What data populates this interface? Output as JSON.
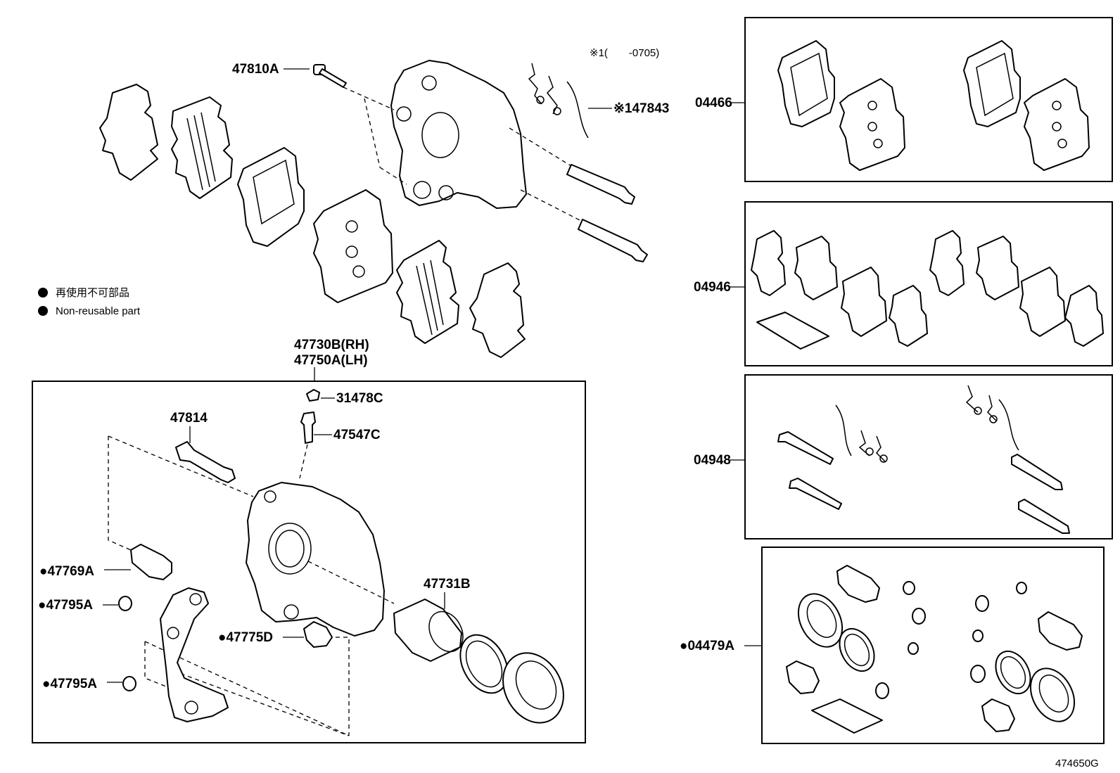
{
  "legend": {
    "jp": "再使用不可部品",
    "en": "Non-reusable part"
  },
  "note": "※1(　　-0705)",
  "diagram_id": "474650G",
  "callouts": {
    "p47810A": "47810A",
    "p47843": "※147843",
    "p47730B": "47730B(RH)",
    "p47750A": "47750A(LH)",
    "p31478C": "31478C",
    "p47814": "47814",
    "p47547C": "47547C",
    "p47769A": "●47769A",
    "p47795A_1": "●47795A",
    "p47795A_2": "●47795A",
    "p47775D": "●47775D",
    "p47731B": "47731B",
    "p04466": "04466",
    "p04946": "04946",
    "p04948": "04948",
    "p04479A": "●04479A"
  }
}
